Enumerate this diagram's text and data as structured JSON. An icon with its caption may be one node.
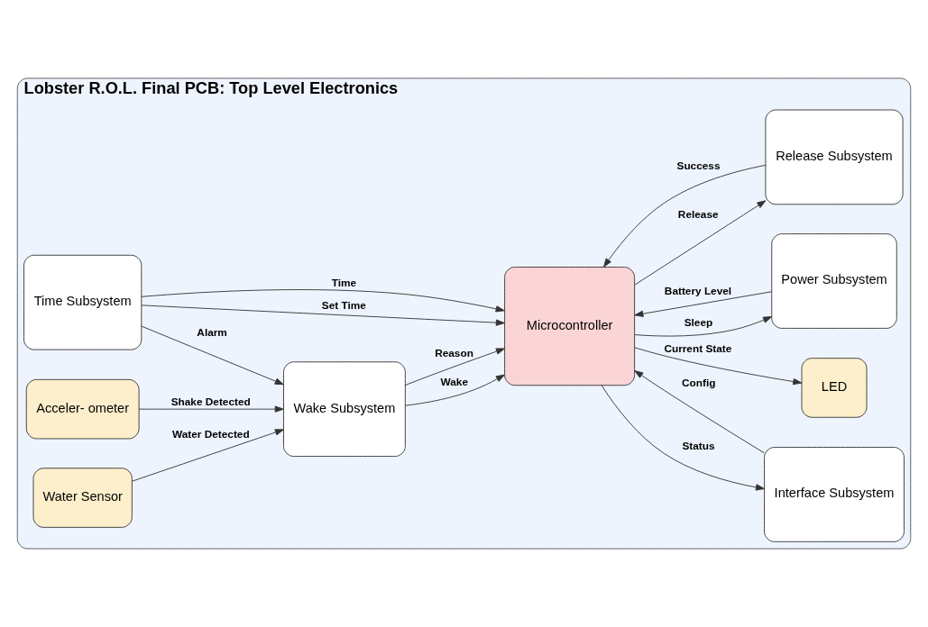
{
  "diagram": {
    "nodes": [
      {
        "text": [
          "Lobster R.O.L. Final PCB: Top Level Electronics"
        ]
      },
      {
        "text": [
          "LED"
        ],
        "in": 0
      },
      {
        "text": [
          "Time Subsystem"
        ],
        "in": 0
      },
      {
        "text": [
          "Acceler- ometer"
        ],
        "in": 0
      },
      {
        "text": [
          "Interface Subsystem"
        ],
        "in": 0
      },
      {
        "text": [
          "Microcontroller"
        ],
        "in": 0
      },
      {
        "text": [
          "Wake Subsystem"
        ],
        "in": 0
      },
      {
        "text": [
          "Power Subsystem"
        ],
        "in": 0
      },
      {
        "text": [
          "Release Subsystem"
        ],
        "in": 0
      },
      {
        "text": [
          "Water Sensor"
        ],
        "in": 0
      }
    ],
    "edges": [
      {
        "from": 2,
        "to": 5,
        "arrow": "to",
        "label": "Set Time"
      },
      {
        "from": 2,
        "to": 5,
        "arrow": "to",
        "label": "Time"
      },
      {
        "from": 5,
        "to": 1,
        "arrow": "to",
        "label": "Current State"
      },
      {
        "from": 2,
        "to": 6,
        "arrow": "to",
        "label": "Alarm"
      },
      {
        "from": 3,
        "to": 6,
        "arrow": "to",
        "label": "Shake Detected"
      },
      {
        "from": 4,
        "to": 5,
        "arrow": "to",
        "label": "Config"
      },
      {
        "from": 5,
        "to": 4,
        "arrow": "to",
        "label": "Status"
      },
      {
        "from": 6,
        "to": 5,
        "arrow": "to",
        "label": "Wake"
      },
      {
        "from": 6,
        "to": 5,
        "arrow": "to",
        "label": "Reason"
      },
      {
        "from": 9,
        "to": 6,
        "arrow": "to",
        "label": "Water Detected"
      },
      {
        "from": 5,
        "to": 7,
        "arrow": "to",
        "label": "Sleep"
      },
      {
        "from": 7,
        "to": 5,
        "arrow": "to",
        "label": "Battery Level"
      },
      {
        "from": 5,
        "to": 8,
        "arrow": "to",
        "label": "Release"
      },
      {
        "from": 8,
        "to": 5,
        "arrow": "to",
        "label": "Success"
      }
    ]
  }
}
